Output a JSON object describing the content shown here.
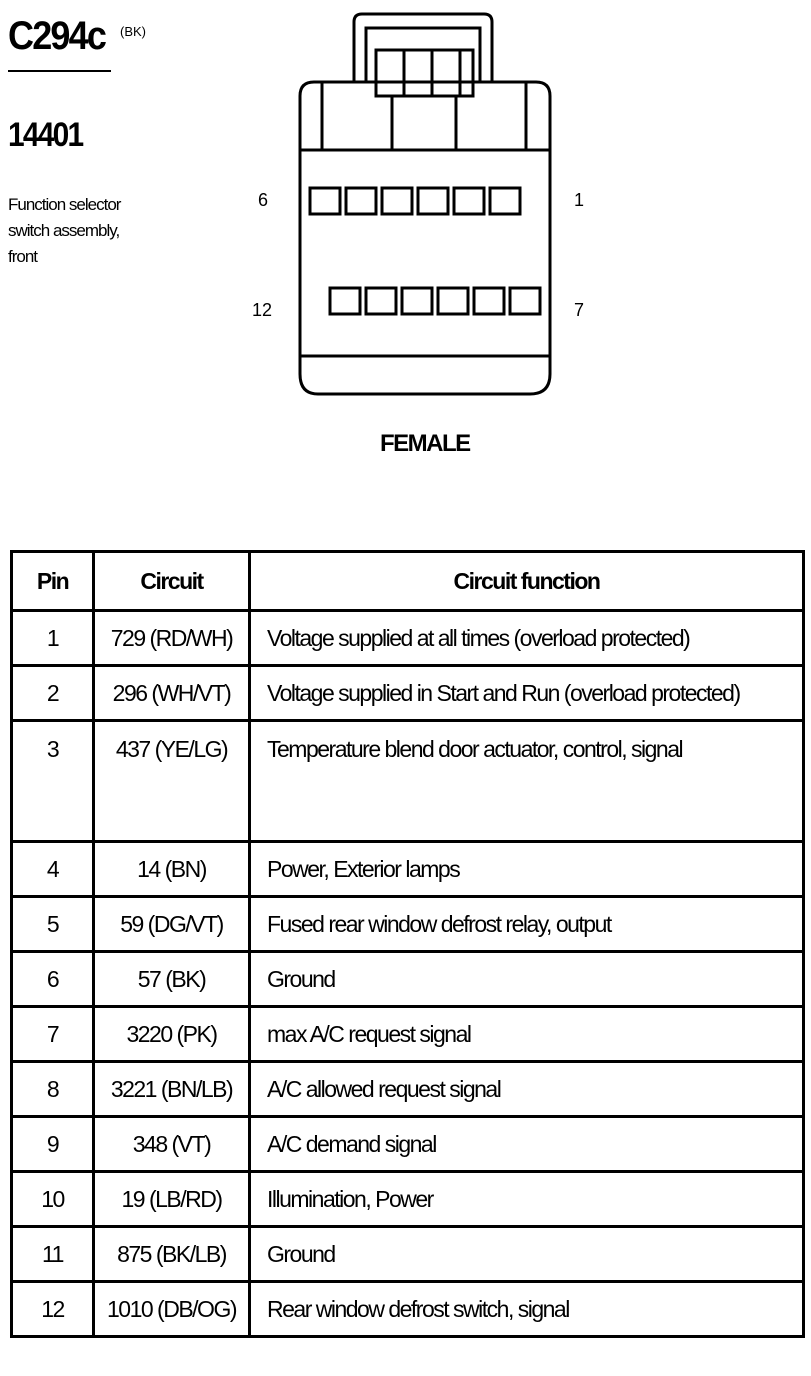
{
  "connector": {
    "code": "C294c",
    "color_code": "(BK)",
    "part_number": "14401",
    "description_lines": [
      "Function selector",
      "switch assembly,",
      "front"
    ],
    "gender": "FEMALE",
    "pin_labels": {
      "top_left": "6",
      "top_right": "1",
      "bottom_left": "12",
      "bottom_right": "7"
    }
  },
  "table": {
    "headers": {
      "pin": "Pin",
      "circuit": "Circuit",
      "function": "Circuit function"
    },
    "rows": [
      {
        "pin": "1",
        "circuit": "729 (RD/WH)",
        "function": "Voltage supplied at all times (overload protected)"
      },
      {
        "pin": "2",
        "circuit": "296 (WH/VT)",
        "function": "Voltage supplied in Start and Run (overload protected)"
      },
      {
        "pin": "3",
        "circuit": "437 (YE/LG)",
        "function": "Temperature blend door actuator, control, signal"
      },
      {
        "pin": "4",
        "circuit": "14 (BN)",
        "function": "Power, Exterior lamps"
      },
      {
        "pin": "5",
        "circuit": "59 (DG/VT)",
        "function": "Fused rear window defrost relay, output"
      },
      {
        "pin": "6",
        "circuit": "57 (BK)",
        "function": "Ground"
      },
      {
        "pin": "7",
        "circuit": "3220 (PK)",
        "function": "max A/C request signal"
      },
      {
        "pin": "8",
        "circuit": "3221 (BN/LB)",
        "function": "A/C allowed request signal"
      },
      {
        "pin": "9",
        "circuit": "348 (VT)",
        "function": "A/C demand signal"
      },
      {
        "pin": "10",
        "circuit": "19 (LB/RD)",
        "function": "Illumination, Power"
      },
      {
        "pin": "11",
        "circuit": "875 (BK/LB)",
        "function": "Ground"
      },
      {
        "pin": "12",
        "circuit": "1010 (DB/OG)",
        "function": "Rear window defrost switch, signal"
      }
    ]
  }
}
